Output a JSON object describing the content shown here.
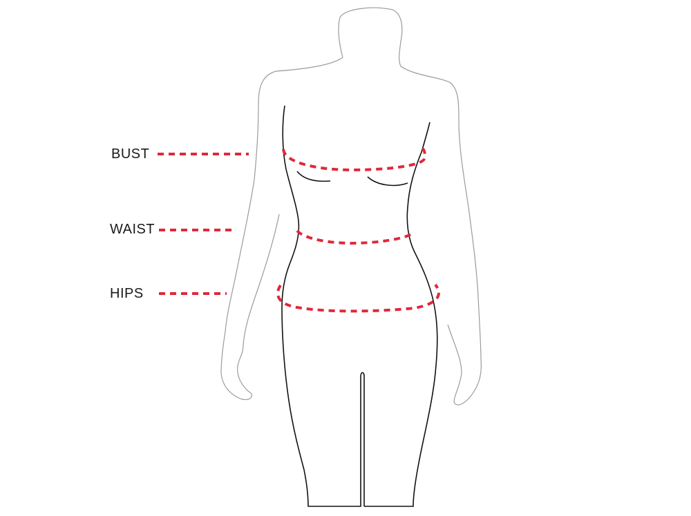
{
  "labels": {
    "bust": "BUST",
    "waist": "WAIST",
    "hips": "HIPS"
  },
  "colors": {
    "measure_line": "#e0283a",
    "figure_outline": "#111111",
    "silhouette_outline": "#9a9a9a",
    "background": "#ffffff"
  }
}
